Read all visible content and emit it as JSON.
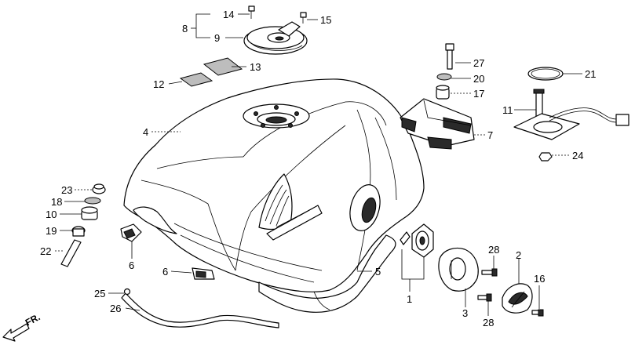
{
  "callouts": {
    "c14": "14",
    "c15": "15",
    "c8": "8",
    "c9": "9",
    "c13": "13",
    "c12": "12",
    "c27": "27",
    "c20": "20",
    "c17": "17",
    "c21": "21",
    "c11": "11",
    "c4": "4",
    "c7": "7",
    "c24": "24",
    "c23": "23",
    "c18": "18",
    "c10": "10",
    "c19": "19",
    "c22": "22",
    "c6a": "6",
    "c6b": "6",
    "c5": "5",
    "c28a": "28",
    "c2": "2",
    "c16": "16",
    "c1": "1",
    "c25": "25",
    "c26": "26",
    "c3": "3",
    "c28b": "28"
  },
  "front_indicator": "FR."
}
